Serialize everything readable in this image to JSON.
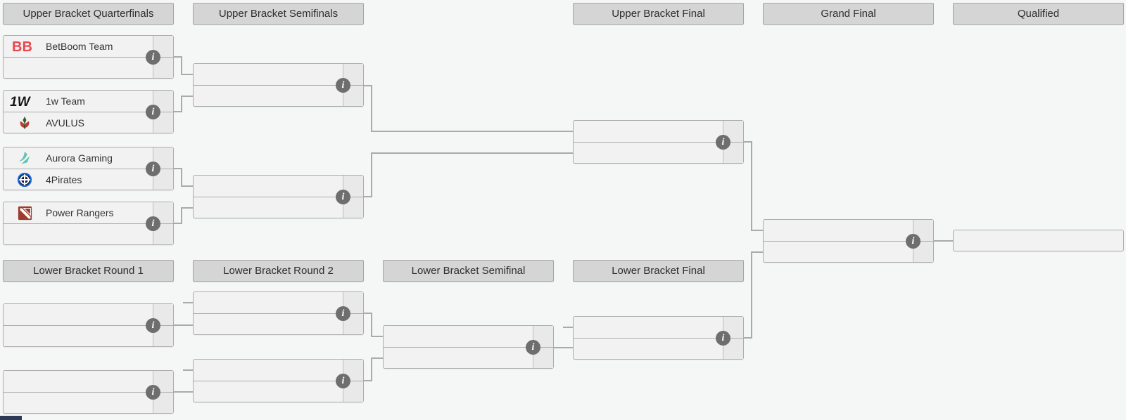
{
  "headers": {
    "upper": [
      "Upper Bracket Quarterfinals",
      "Upper Bracket Semifinals",
      "Upper Bracket Final",
      "Grand Final",
      "Qualified"
    ],
    "lower": [
      "Lower Bracket Round 1",
      "Lower Bracket Round 2",
      "Lower Bracket Semifinal",
      "Lower Bracket Final"
    ]
  },
  "matches": {
    "ubqf1": {
      "slots": [
        {
          "name": "BetBoom Team",
          "logo_icon": "betboom-team-logo",
          "score": ""
        },
        {
          "name": "",
          "score": ""
        }
      ]
    },
    "ubqf2": {
      "slots": [
        {
          "name": "1w Team",
          "logo_icon": "1w-team-logo",
          "score": ""
        },
        {
          "name": "AVULUS",
          "logo_icon": "avulus-team-logo",
          "score": ""
        }
      ]
    },
    "ubqf3": {
      "slots": [
        {
          "name": "Aurora Gaming",
          "logo_icon": "aurora-gaming-logo",
          "score": ""
        },
        {
          "name": "4Pirates",
          "logo_icon": "4pirates-logo",
          "score": ""
        }
      ]
    },
    "ubqf4": {
      "slots": [
        {
          "name": "Power Rangers",
          "logo_icon": "power-rangers-logo",
          "score": ""
        },
        {
          "name": "",
          "score": ""
        }
      ]
    },
    "ubsf1": {
      "slots": [
        {
          "name": "",
          "score": ""
        },
        {
          "name": "",
          "score": ""
        }
      ]
    },
    "ubsf2": {
      "slots": [
        {
          "name": "",
          "score": ""
        },
        {
          "name": "",
          "score": ""
        }
      ]
    },
    "ubfinal": {
      "slots": [
        {
          "name": "",
          "score": ""
        },
        {
          "name": "",
          "score": ""
        }
      ]
    },
    "grandfinal": {
      "slots": [
        {
          "name": "",
          "score": ""
        },
        {
          "name": "",
          "score": ""
        }
      ]
    },
    "lbr1m1": {
      "slots": [
        {
          "name": "",
          "score": ""
        },
        {
          "name": "",
          "score": ""
        }
      ]
    },
    "lbr1m2": {
      "slots": [
        {
          "name": "",
          "score": ""
        },
        {
          "name": "",
          "score": ""
        }
      ]
    },
    "lbr2m1": {
      "slots": [
        {
          "name": "",
          "score": ""
        },
        {
          "name": "",
          "score": ""
        }
      ]
    },
    "lbr2m2": {
      "slots": [
        {
          "name": "",
          "score": ""
        },
        {
          "name": "",
          "score": ""
        }
      ]
    },
    "lbsf": {
      "slots": [
        {
          "name": "",
          "score": ""
        },
        {
          "name": "",
          "score": ""
        }
      ]
    },
    "lbfinal": {
      "slots": [
        {
          "name": "",
          "score": ""
        },
        {
          "name": "",
          "score": ""
        }
      ]
    }
  },
  "qualified_slot": {
    "name": ""
  },
  "icons": {
    "info_glyph": "i",
    "info_name": "info-icon"
  },
  "colors": {
    "page_bg": "#f5f6f6",
    "header_bg": "#d5d5d5",
    "slot_bg": "#f2f2f2",
    "score_bg": "#e9e9e9",
    "connector": "#aaaaaa",
    "info_icon_bg": "#6e6e6e",
    "betboom_red": "#e8474e",
    "onew_black": "#141414",
    "avulus_green": "#2f5d38",
    "avulus_red": "#c23b34",
    "aurora_teal": "#5fc2b2",
    "pirates_blue": "#1b66d6",
    "pirates_navy": "#111b33",
    "rangers_brick": "#9b3c2d",
    "corner_navy": "#2e3a55"
  }
}
